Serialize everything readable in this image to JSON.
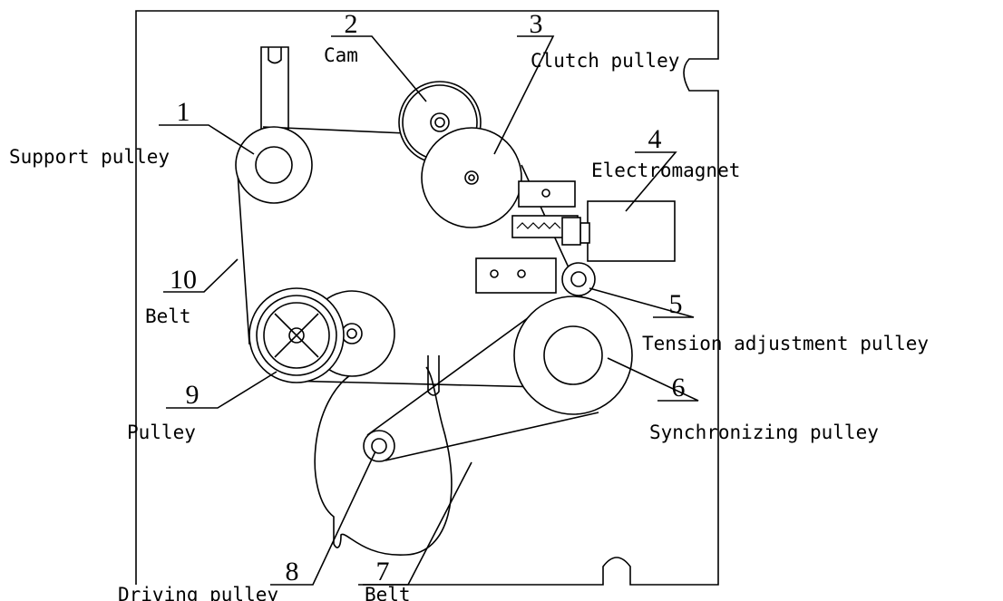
{
  "parts": [
    {
      "number": "1",
      "name": "Support pulley"
    },
    {
      "number": "2",
      "name": "Cam"
    },
    {
      "number": "3",
      "name": "Clutch pulley"
    },
    {
      "number": "4",
      "name": "Electromagnet"
    },
    {
      "number": "5",
      "name": "Tension adjustment pulley"
    },
    {
      "number": "6",
      "name": "Synchronizing pulley"
    },
    {
      "number": "7",
      "name": "Belt"
    },
    {
      "number": "8",
      "name": "Driving pulley"
    },
    {
      "number": "9",
      "name": "Pulley"
    },
    {
      "number": "10",
      "name": "Belt"
    }
  ]
}
